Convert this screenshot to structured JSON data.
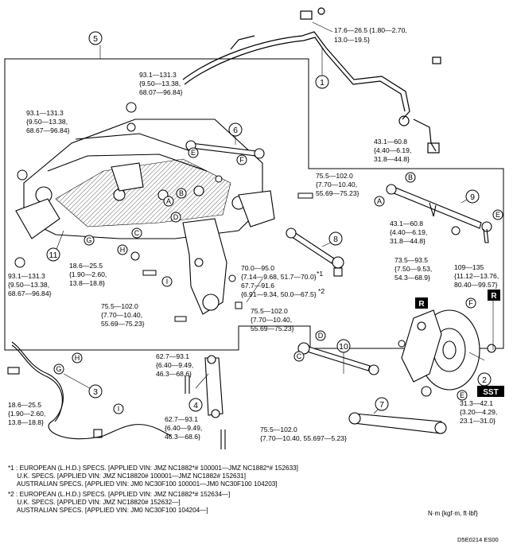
{
  "callouts": [
    "1",
    "2",
    "3",
    "4",
    "5",
    "6",
    "7",
    "8",
    "9",
    "10",
    "11"
  ],
  "letters": [
    "A",
    "B",
    "C",
    "D",
    "E",
    "F",
    "G",
    "H",
    "I"
  ],
  "torque_specs": {
    "stab_link_top": [
      "17.6—26.5 {1.80—2.70,",
      "13.0—19.5}"
    ],
    "crossmember_mid": [
      "93.1—131.3",
      "{9.50—13.38,",
      "68.07—96.84}"
    ],
    "crossmember_left_top": [
      "93.1—131.3",
      "{9.50—13.38,",
      "68.67—96.84}"
    ],
    "crossmember_left_bottom": [
      "93.1—131.3",
      "{9.50—13.38,",
      "68.67—96.84}"
    ],
    "stab_link_lower": [
      "43.1—60.8",
      "{4.40—6.19,",
      "31.8—44.8}"
    ],
    "upper_arm_bolt": [
      "75.5—102.0",
      "{7.70—10.40,",
      "55.69—75.23}"
    ],
    "upper_arm_nut": [
      "43.1—60.8",
      "{4.40—6.19,",
      "31.8—44.8}"
    ],
    "brake_bracket_left": [
      "18.6—25.5",
      "{1.90—2.60,",
      "13.8—18.8}"
    ],
    "trailing_link_bolt": [
      "70.0—95.0",
      "{7.14—9.68, 51.7—70.0}",
      "67.7—91.6",
      "{6.91—9.34, 50.0—67.5}"
    ],
    "knuckle_top": [
      "73.5—93.5",
      "{7.50—9.53,",
      "54.3—68.9}"
    ],
    "knuckle_right": [
      "109—135",
      "{11.12—13.76,",
      "80.40—99.57}"
    ],
    "lower_bolt_left": [
      "75.5—102.0",
      "{7.70—10.40,",
      "55.69—75.23}"
    ],
    "lower_bolt_mid": [
      "75.5—102.0",
      "{7.70—10.40,",
      "55.69—75.23}"
    ],
    "link4_top": [
      "62.7—93.1",
      "{6.40—9.49,",
      "46.3—68.6}"
    ],
    "link4_bottom": [
      "62.7—93.1",
      "{6.40—9.49,",
      "46.3—68.6}"
    ],
    "hub_nut": [
      "31.3—42.1",
      "{3.20—4.29,",
      "23.1—31.0}"
    ],
    "brake_cable_bracket": [
      "18.6—25.5",
      "{1.90—2.60,",
      "13.8—18.8}"
    ],
    "link7_bolt": [
      "75.5—102.0",
      "{7.70—10.40, 55.697—5.23}"
    ]
  },
  "superscripts": {
    "one": "*1",
    "two": "*2"
  },
  "badges": {
    "r": "R",
    "sst": "SST"
  },
  "footnotes": {
    "note1": "*1 : EUROPEAN (L.H.D.) SPECS. [APPLIED VIN: JMZ NC1882*# 100001—JMZ NC1882*# 152633]\n     U.K. SPECS. [APPLIED VIN: JMZ NC18820# 100001—JMZ NC1882# 152631]\n     AUSTRALIAN SPECS. [APPLIED VIN: JM0 NC30F100 100001—JM0 NC30F100 104203]",
    "note2": "*2 : EUROPEAN (L.H.D.) SPECS. [APPLIED VIN: JMZ NC1882*# 152634—]\n     U.K. SPECS. [APPLIED VIN: JMZ NC18820# 152632—]\n     AUSTRALIAN SPECS. [APPLIED VIN: JM0 NC30F100 104204—]"
  },
  "unit": "N·m {kgf·m, ft·lbf}",
  "code": "D5E0214 ES00"
}
